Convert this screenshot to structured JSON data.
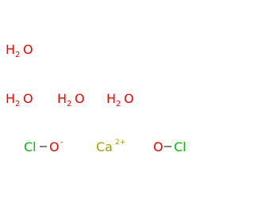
{
  "colors": {
    "oxygen": "#ff0000",
    "chlorine": "#00c000",
    "calcium": "#a0a000",
    "background": "#ffffff"
  },
  "molecules": {
    "water": [
      {
        "h": "H",
        "sub": "2",
        "o": "O"
      },
      {
        "h": "H",
        "sub": "2",
        "o": "O"
      },
      {
        "h": "H",
        "sub": "2",
        "o": "O"
      },
      {
        "h": "H",
        "sub": "2",
        "o": "O"
      }
    ],
    "hypochlorite_left": {
      "cl": "Cl",
      "o": "O",
      "charge": "-"
    },
    "calcium": {
      "symbol": "Ca",
      "charge": "2+"
    },
    "hypochlorite_right": {
      "o": "O",
      "charge": "-",
      "cl": "Cl"
    }
  }
}
